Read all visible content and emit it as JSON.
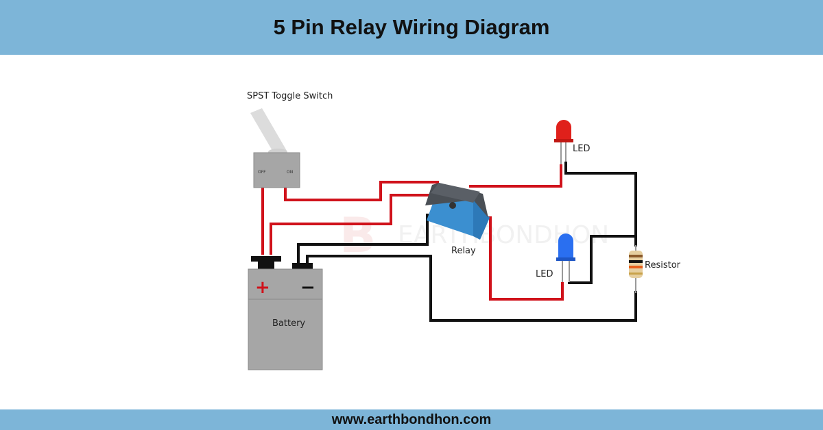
{
  "title": "5 Pin Relay Wiring Diagram",
  "footer": "www.earthbondhon.com",
  "labels": {
    "switch": "SPST Toggle Switch",
    "switch_off": "OFF",
    "switch_on": "ON",
    "relay": "Relay",
    "led_red": "LED",
    "led_blue": "LED",
    "resistor": "Resistor",
    "battery": "Battery",
    "plus": "+",
    "minus": "−"
  },
  "watermark": "EARTHBONDHON",
  "colors": {
    "header": "#7db5d8",
    "wire_positive": "#d0121b",
    "wire_negative": "#111111",
    "relay": "#3b8fd0",
    "led_red": "#e0201b",
    "led_blue": "#2a6ff0"
  }
}
